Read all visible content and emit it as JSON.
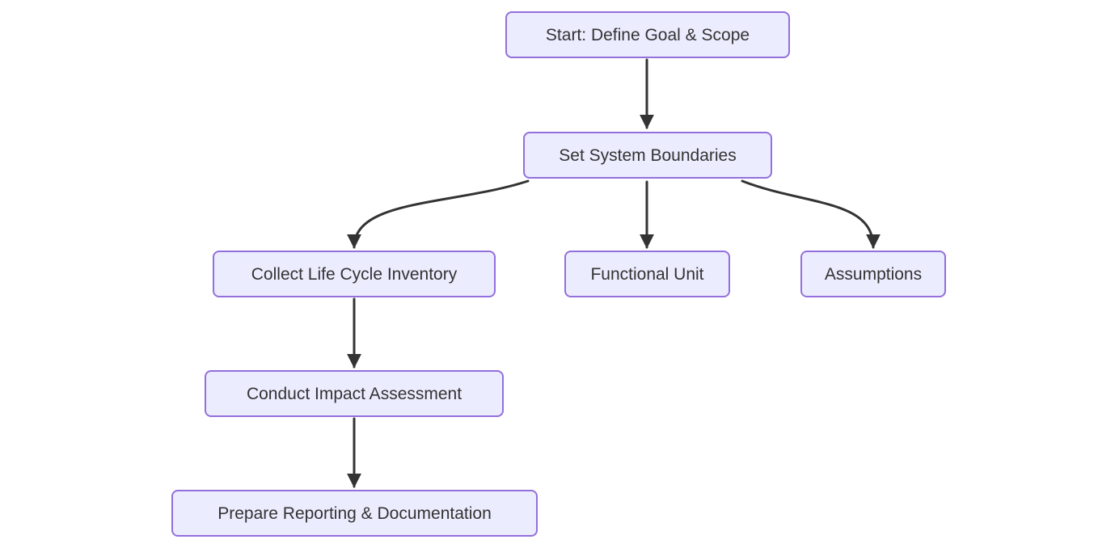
{
  "diagram": {
    "type": "flowchart",
    "direction": "top-down",
    "colors": {
      "node_fill": "#ECECFF",
      "node_border": "#9370DB",
      "text": "#333333",
      "edge": "#333333",
      "background": "#FFFFFF"
    },
    "nodes": {
      "start": {
        "label": "Start: Define Goal & Scope"
      },
      "set_boundaries": {
        "label": "Set System Boundaries"
      },
      "collect_lci": {
        "label": "Collect Life Cycle Inventory"
      },
      "functional_unit": {
        "label": "Functional Unit"
      },
      "assumptions": {
        "label": "Assumptions"
      },
      "impact_assessment": {
        "label": "Conduct Impact Assessment"
      },
      "reporting": {
        "label": "Prepare Reporting & Documentation"
      }
    },
    "edges": [
      {
        "from": "start",
        "to": "set_boundaries"
      },
      {
        "from": "set_boundaries",
        "to": "collect_lci"
      },
      {
        "from": "set_boundaries",
        "to": "functional_unit"
      },
      {
        "from": "set_boundaries",
        "to": "assumptions"
      },
      {
        "from": "collect_lci",
        "to": "impact_assessment"
      },
      {
        "from": "impact_assessment",
        "to": "reporting"
      }
    ]
  }
}
